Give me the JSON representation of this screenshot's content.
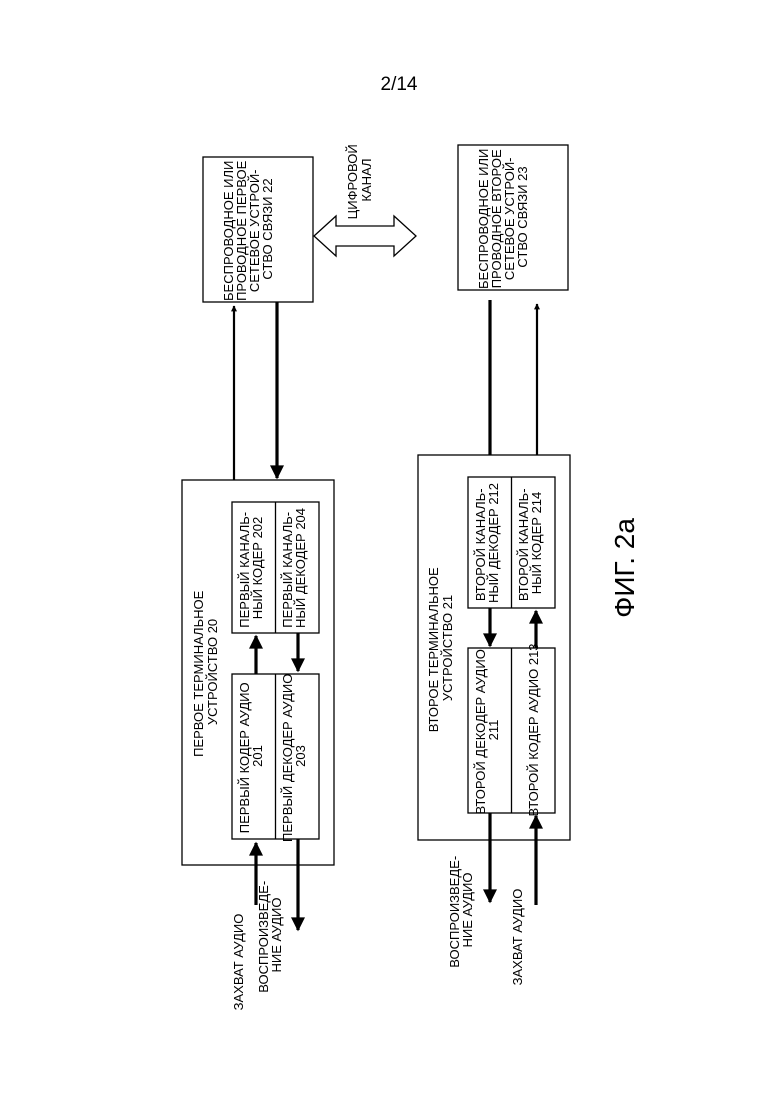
{
  "page_number": "2/14",
  "figure_label": "ФИГ. 2а",
  "channel_label": [
    "ЦИФРОВОЙ",
    "КАНАЛ"
  ],
  "first_terminal": {
    "title": [
      "ПЕРВОЕ ТЕРМИНАЛЬНОЕ",
      "УСТРОЙСТВО 20"
    ],
    "audio_encoder": [
      "ПЕРВЫЙ КОДЕР АУДИО",
      "201"
    ],
    "audio_decoder": [
      "ПЕРВЫЙ ДЕКОДЕР АУДИО",
      "203"
    ],
    "channel_encoder": [
      "ПЕРВЫЙ КАНАЛЬ-",
      "НЫЙ КОДЕР 202"
    ],
    "channel_decoder": [
      "ПЕРВЫЙ КАНАЛЬ-",
      "НЫЙ ДЕКОДЕР 204"
    ],
    "capture_label": "ЗАХВАТ АУДИО",
    "playback_label": [
      "ВОСПРОИЗВЕДЕ-",
      "НИЕ АУДИО"
    ]
  },
  "first_network": [
    "БЕСПРОВОДНОЕ ИЛИ",
    "ПРОВОДНОЕ ПЕРВОЕ",
    "СЕТЕВОЕ УСТРОЙ-",
    "СТВО СВЯЗИ 22"
  ],
  "second_terminal": {
    "title": [
      "ВТОРОЕ ТЕРМИНАЛЬНОЕ",
      "УСТРОЙСТВО 21"
    ],
    "audio_decoder": [
      "ВТОРОЙ ДЕКОДЕР АУДИО",
      "211"
    ],
    "audio_encoder": [
      "ВТОРОЙ КОДЕР АУДИО 213"
    ],
    "channel_decoder": [
      "ВТОРОЙ КАНАЛЬ-",
      "НЫЙ ДЕКОДЕР 212"
    ],
    "channel_encoder": [
      "ВТОРОЙ КАНАЛЬ-",
      "НЫЙ КОДЕР 214"
    ],
    "playback_label": [
      "ВОСПРОИЗВЕДЕ-",
      "НИЕ АУДИО"
    ],
    "capture_label": "ЗАХВАТ АУДИО"
  },
  "second_network": [
    "БЕСПРОВОДНОЕ ИЛИ",
    "ПРОВОДНОЕ ВТОРОЕ",
    "СЕТЕВОЕ УСТРОЙ-",
    "СТВО СВЯЗИ 23"
  ]
}
